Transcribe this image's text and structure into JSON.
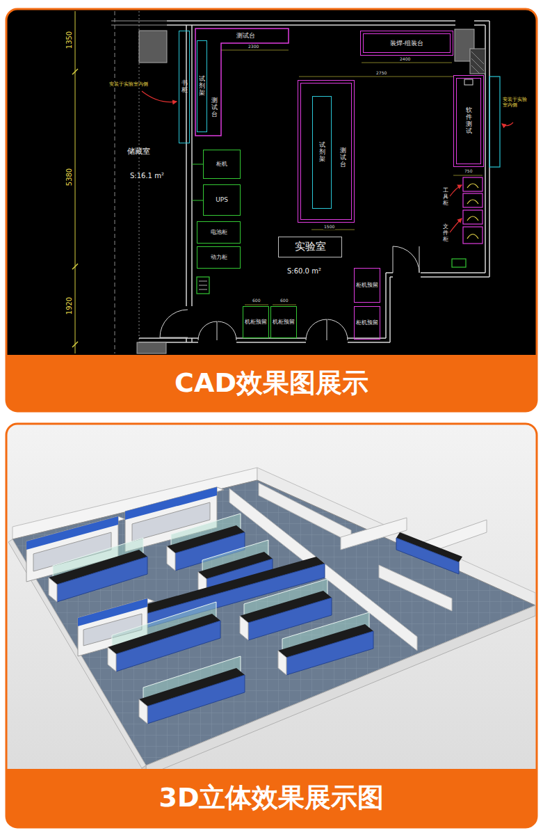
{
  "diagram": {
    "nodes": [
      {
        "text": [
          "测试台",
          "测试台"
        ]
      },
      {
        "text": [
          "试剂架"
        ],
        "in": 0
      },
      {
        "text": [
          "装焊-组装台"
        ]
      },
      {
        "text": [
          "书柜"
        ]
      },
      {
        "text": [
          "测试台"
        ]
      },
      {
        "text": [
          "试剂架"
        ],
        "in": 4
      },
      {
        "text": [
          "软件测试"
        ]
      },
      {
        "text": [
          "柜机"
        ]
      },
      {
        "text": [
          "UPS"
        ]
      },
      {
        "text": [
          "电池柜"
        ]
      },
      {
        "text": [
          "动力柜"
        ]
      },
      {
        "text": [
          "实验室"
        ]
      },
      {
        "text": [
          "柜机预留"
        ]
      },
      {
        "text": [
          "柜机预留"
        ]
      },
      {
        "text": [
          "机柜预留"
        ]
      },
      {
        "text": [
          "机柜预留"
        ]
      },
      {
        "text": [
          "CAD效果图展示"
        ]
      },
      {
        "text": [
          "3D立体效果展示图"
        ]
      }
    ],
    "labels": [
      "1350",
      "5380",
      "1920",
      "安装于实验室内侧",
      "储藏室",
      "S:16.1 m²",
      "2300",
      "2750",
      "2400",
      "安装于实验室内侧",
      "750",
      "工具柜",
      "文件柜",
      "1500",
      "S:60.0 m²",
      "600",
      "600"
    ]
  }
}
